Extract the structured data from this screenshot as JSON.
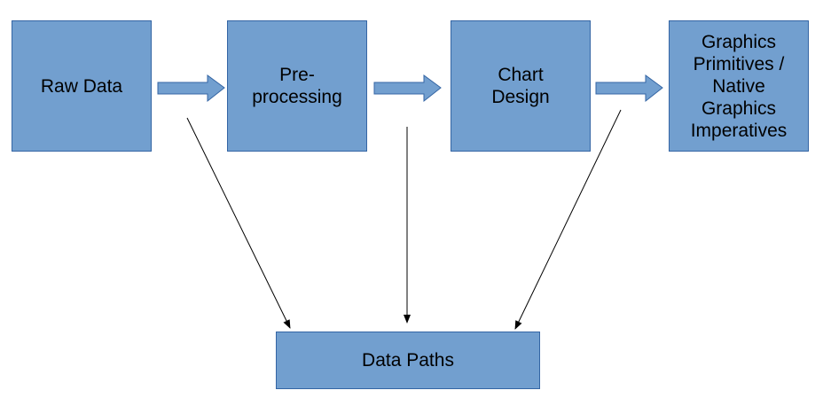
{
  "nodes": {
    "raw_data": "Raw Data",
    "preprocessing": "Pre-\nprocessing",
    "chart_design": "Chart\nDesign",
    "graphics": "Graphics\nPrimitives /\nNative\nGraphics\nImperatives",
    "data_paths": "Data Paths"
  },
  "colors": {
    "box_fill": "#729fcf",
    "box_border": "#3465a4",
    "arrow_line": "#000000"
  }
}
